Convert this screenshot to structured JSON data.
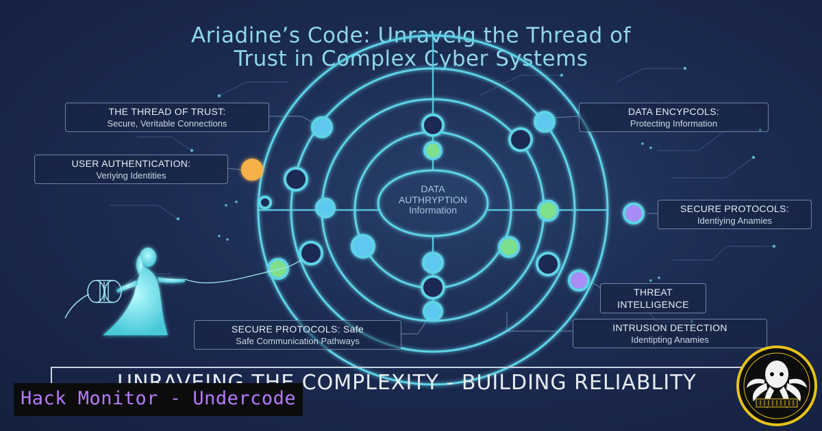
{
  "title": {
    "line1": "Ariadine’s Code: Unravelg the Thread of",
    "line2": "Trust in Complex Cyber Systems"
  },
  "center": {
    "line1": "DATA",
    "line2": "AUTHRYPTION",
    "line3": "Information"
  },
  "labels": {
    "thread_of_trust": {
      "heading": "THE THREAD OF TRUST:",
      "sub": "Secure, Veritable Connections"
    },
    "user_authentication": {
      "heading": "USER AUTHENTICATION:",
      "sub": "Veriying Identities"
    },
    "data_encypcols": {
      "heading": "DATA ENCYPCOLS:",
      "sub": "Protecting Information"
    },
    "secure_protocols_right": {
      "heading": "SECURE PROTOCOLS:",
      "sub": "Identiying Anamies"
    },
    "threat_intelligence": {
      "heading": "THREAT",
      "sub": "INTELLIGENCE"
    },
    "intrusion_detection": {
      "heading": "INTRUSION DETECTION",
      "sub": "Identipting Anamies"
    },
    "secure_protocols_bottom": {
      "heading": "SECURE PROTOCOLS: Safe",
      "sub": "Safe Communication Pathways"
    }
  },
  "banner": "UNRAVEING THE COMPLEXITY - BUILDING RELIABLITY",
  "watermark": "Hack Monitor - Undercode",
  "colors": {
    "ring": "#5fd3e6",
    "node_blue": "#5fc8f0",
    "node_green": "#7ee08a",
    "node_orange": "#f6b24a",
    "node_purple": "#a98cf5",
    "watermark_text": "#b77bff"
  },
  "icons": {
    "figure": "ariadne-silhouette-icon",
    "logo": "octopus-logo-icon"
  }
}
